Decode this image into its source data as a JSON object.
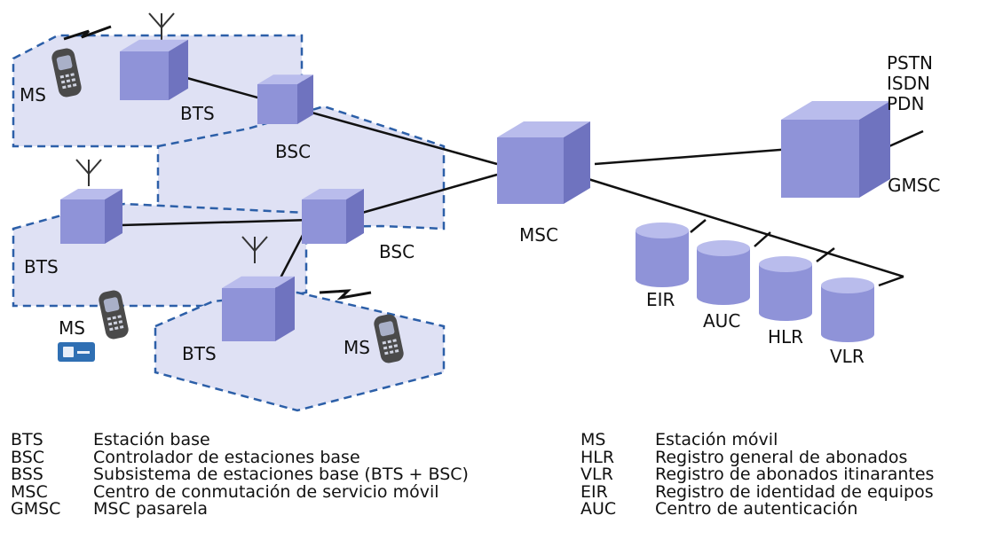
{
  "diagram": {
    "colors": {
      "cell_fill": "#dfe1f4",
      "cell_border": "#2c5fa8",
      "node_front": "#8f93d8",
      "node_top": "#b9bcec",
      "node_side": "#6f73bf",
      "link": "#111111",
      "phone_body": "#4a4a4a",
      "phone_screen": "#a9b0c8",
      "sim_card": "#2f6fb3"
    },
    "icons": [
      "antenna-icon",
      "phone-icon",
      "sim-card-icon",
      "database-cylinder-icon",
      "lightning-signal-icon"
    ],
    "labels": {
      "ms_top": "MS",
      "bts_top": "BTS",
      "bsc_top": "BSC",
      "msc": "MSC",
      "gmsc": "GMSC",
      "bts_mid": "BTS",
      "bsc_mid": "BSC",
      "ms_low": "MS",
      "bts_bottom": "BTS",
      "ms_bottom": "MS",
      "eir": "EIR",
      "auc": "AUC",
      "hlr": "HLR",
      "vlr": "VLR"
    },
    "external_networks": [
      "PSTN",
      "ISDN",
      "PDN"
    ]
  },
  "legend": {
    "left": [
      {
        "abbr": "BTS",
        "desc": "Estación base"
      },
      {
        "abbr": "BSC",
        "desc": "Controlador de estaciones base"
      },
      {
        "abbr": "BSS",
        "desc": "Subsistema de estaciones base (BTS + BSC)"
      },
      {
        "abbr": "MSC",
        "desc": "Centro de conmutación de servicio móvil"
      },
      {
        "abbr": "GMSC",
        "desc": "MSC pasarela"
      }
    ],
    "right": [
      {
        "abbr": "MS",
        "desc": "Estación móvil"
      },
      {
        "abbr": "HLR",
        "desc": "Registro general de abonados"
      },
      {
        "abbr": "VLR",
        "desc": "Registro de abonados itinarantes"
      },
      {
        "abbr": "EIR",
        "desc": "Registro de identidad de equipos"
      },
      {
        "abbr": "AUC",
        "desc": "Centro de autenticación"
      }
    ]
  }
}
